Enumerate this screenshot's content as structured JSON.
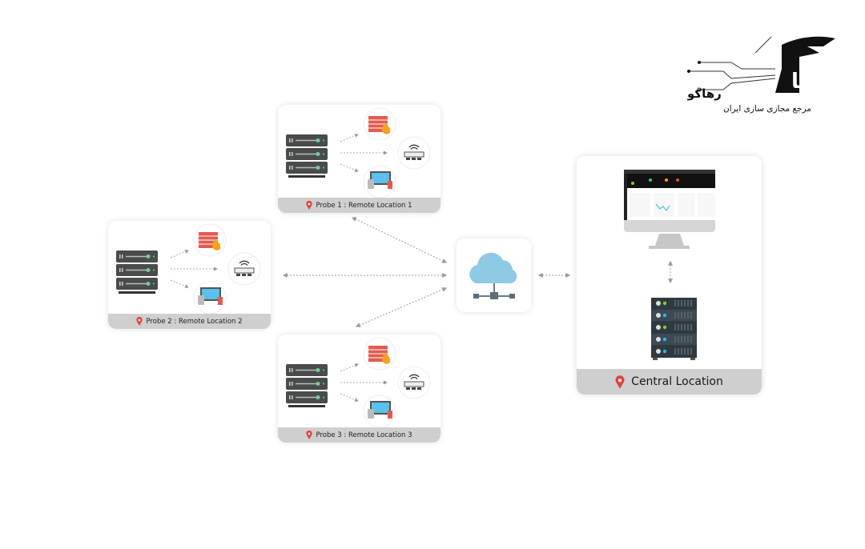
{
  "probes": [
    {
      "label": "Probe 1 : Remote Location 1"
    },
    {
      "label": "Probe 2 : Remote Location 2"
    },
    {
      "label": "Probe 3 : Remote Location 3"
    }
  ],
  "central": {
    "label": "Central Location"
  },
  "logo": {
    "name": "رهاکو",
    "tagline": "مرجع مجازی سازی ایران"
  },
  "colors": {
    "pin": "#e8403a",
    "label_bar": "#cfcfcf",
    "cloud": "#8ecae6",
    "server": "#4a4c4c",
    "led_green": "#7ed321",
    "led_blue": "#29b6f6"
  }
}
